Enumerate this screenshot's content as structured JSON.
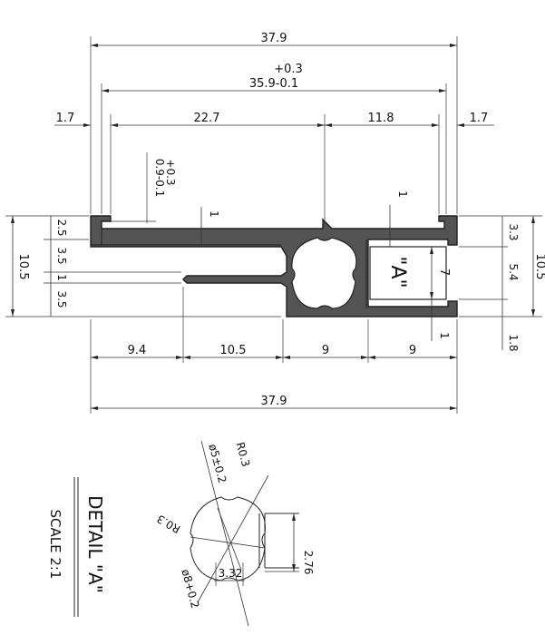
{
  "drawing": {
    "dimensions": {
      "overall_top": "37.9",
      "inner_tol_upper": "+0.3",
      "inner_width": "35.9-0.1",
      "left_lip": "1.7",
      "left_span": "22.7",
      "right_span": "11.8",
      "right_lip": "1.7",
      "slot_tol_upper": "+0.3",
      "slot_width": "0.9-0.1",
      "wall_left": "1",
      "wall_right": "1",
      "left_height": "10.5",
      "right_height": "10.5",
      "left_seg_1": "2.5",
      "left_seg_2": "3.5",
      "left_seg_3": "1",
      "left_seg_4": "3.5",
      "right_seg_1": "3.3",
      "right_seg_2": "5.4",
      "right_seg_3": "1.8",
      "gap_height": "7",
      "bottom_gap": "1",
      "bottom_1": "9.4",
      "bottom_2": "10.5",
      "bottom_3": "9",
      "bottom_4": "9",
      "overall_bottom": "37.9",
      "detail_marker": "\"A\""
    },
    "detail": {
      "title": "DETAIL \"A\"",
      "scale": "SCALE 2:1",
      "dia_inner": "ø5±0.2",
      "radius_top": "R0.3",
      "radius_left": "R0.3",
      "dia_outer": "ø8+0.2",
      "height": "2.76",
      "width": "3.32"
    }
  }
}
